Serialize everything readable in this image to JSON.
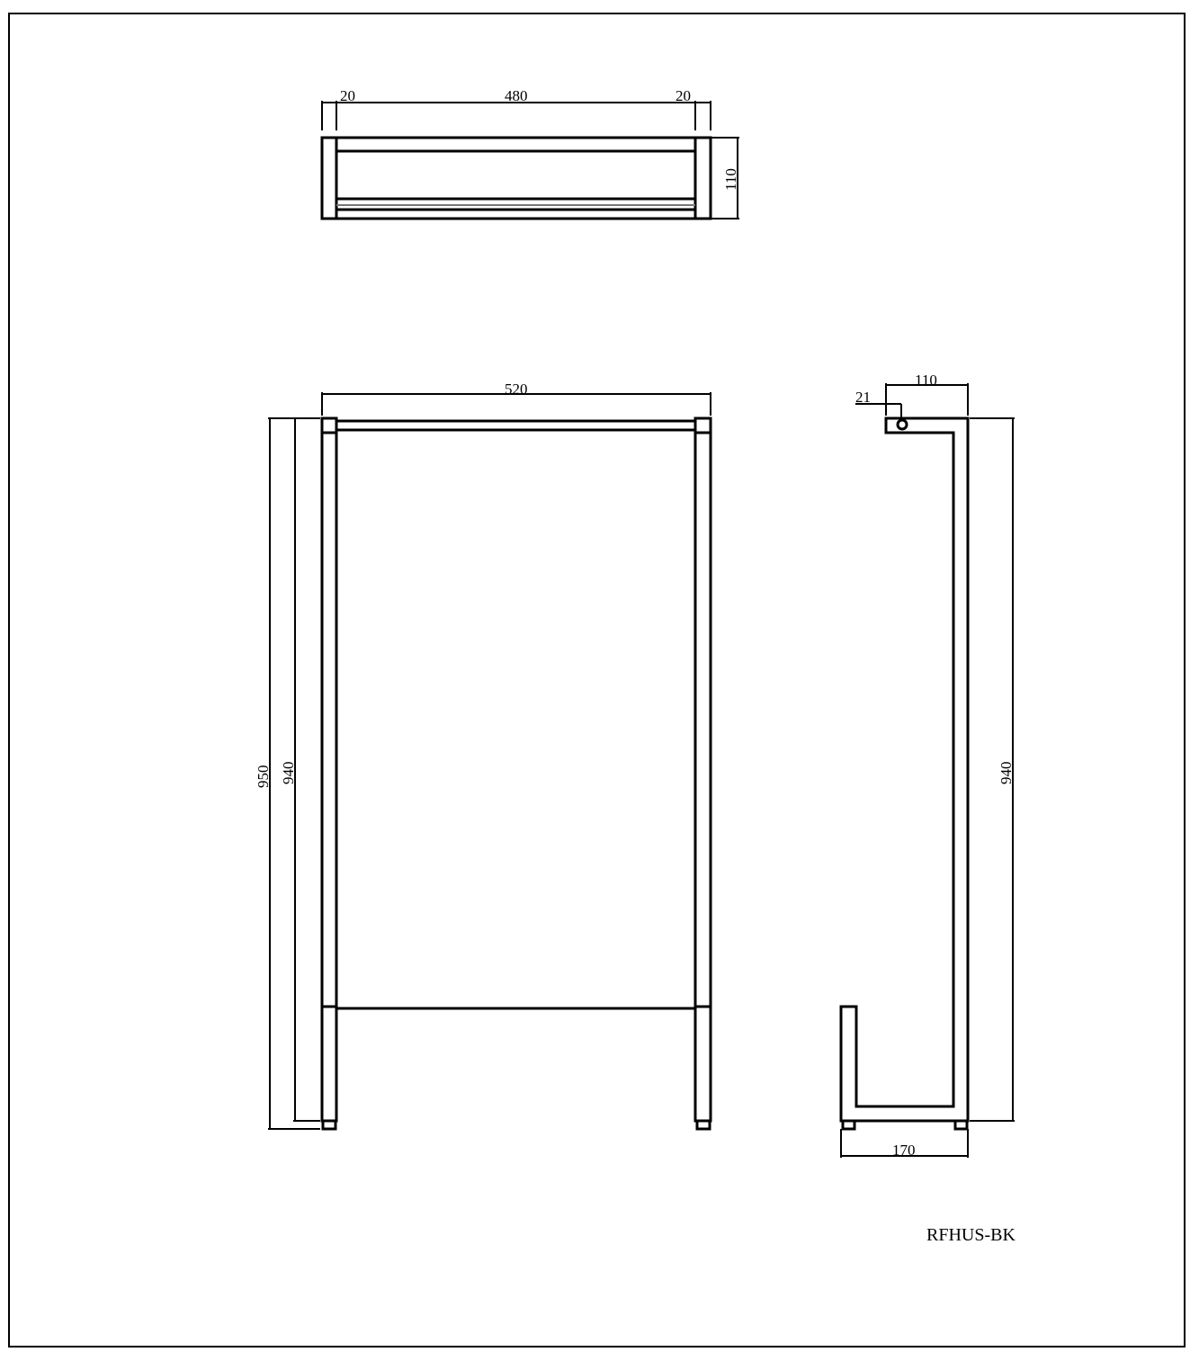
{
  "drawing": {
    "model_code": "RFHUS-BK",
    "units": "mm",
    "top_view": {
      "dimensions": {
        "left_end": "20",
        "middle": "480",
        "right_end": "20",
        "depth": "110"
      }
    },
    "front_view": {
      "dimensions": {
        "width": "520",
        "overall_height": "950",
        "frame_height": "940"
      }
    },
    "side_view": {
      "dimensions": {
        "top_depth": "110",
        "tube": "21",
        "height": "940",
        "base_depth": "170"
      }
    }
  }
}
